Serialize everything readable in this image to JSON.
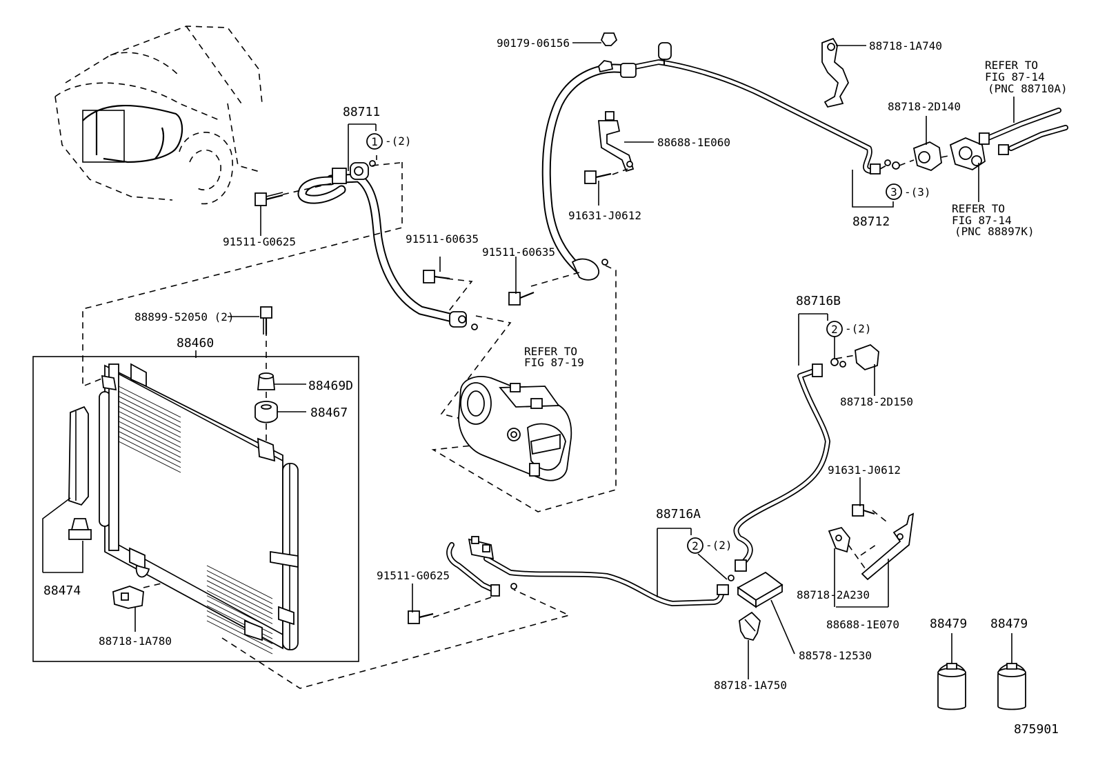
{
  "diagram_code": "875901",
  "callouts": {
    "c1": "1",
    "c1_qty": "-(2)",
    "c2a": "2",
    "c2a_qty": "-(2)",
    "c2b": "2",
    "c2b_qty": "-(2)",
    "c3": "3",
    "c3_qty": "-(3)"
  },
  "labels": {
    "p90179": "90179-06156",
    "p88718_1A740": "88718-1A740",
    "refer_8714a_1": "REFER TO",
    "refer_8714a_2": "FIG 87-14",
    "refer_8714a_3": "(PNC 88710A)",
    "p88711": "88711",
    "p88718_2D140": "88718-2D140",
    "p88688_1E060": "88688-1E060",
    "p91631_J0612_top": "91631-J0612",
    "p88712": "88712",
    "refer_8714b_1": "REFER TO",
    "refer_8714b_2": "FIG 87-14",
    "refer_8714b_3": "(PNC 88897K)",
    "p91511_G0625_top": "91511-G0625",
    "p91511_60635_a": "91511-60635",
    "p91511_60635_b": "91511-60635",
    "p88716B": "88716B",
    "p88899": "88899-52050 (2)",
    "p88460": "88460",
    "refer_8719_1": "REFER TO",
    "refer_8719_2": "FIG 87-19",
    "p88718_2D150": "88718-2D150",
    "p88469D": "88469D",
    "p88467": "88467",
    "p91631_J0612_right": "91631-J0612",
    "p88716A": "88716A",
    "p91511_G0625_bot": "91511-G0625",
    "p88474": "88474",
    "p88718_2A230": "88718-2A230",
    "p88688_1E070": "88688-1E070",
    "p88718_1A780": "88718-1A780",
    "p88479_a": "88479",
    "p88479_b": "88479",
    "p88578_12530": "88578-12530",
    "p88718_1A750": "88718-1A750"
  }
}
